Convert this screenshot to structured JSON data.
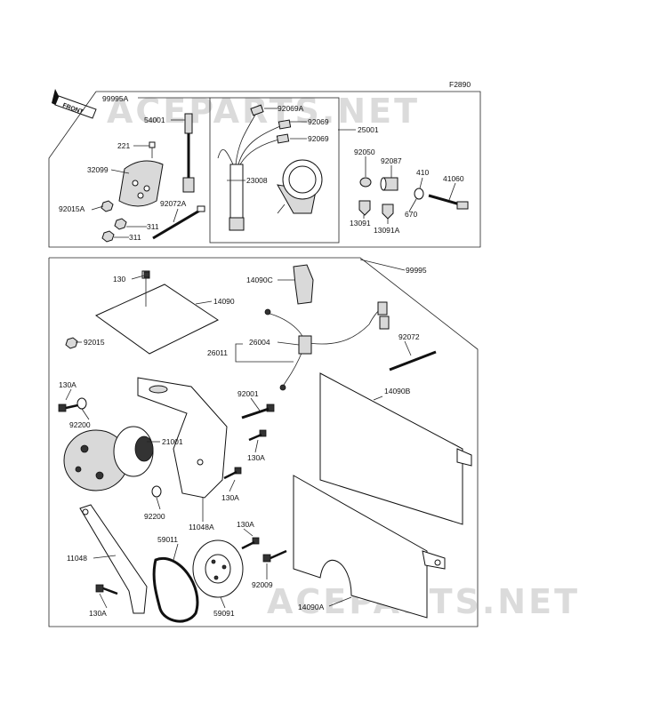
{
  "figure_code": "F2890",
  "front_label": "FRONT",
  "watermarks": [
    "ACEPARTS.NET",
    "ACEPARTS.NET"
  ],
  "parts": {
    "p99995A": "99995A",
    "p54001": "54001",
    "p221": "221",
    "p32099": "32099",
    "p92015A": "92015A",
    "p311a": "311",
    "p311b": "311",
    "p92072A": "92072A",
    "p92069A": "92069A",
    "p92069a": "92069",
    "p92069b": "92069",
    "p25001": "25001",
    "p23008": "23008",
    "p92050": "92050",
    "p92087": "92087",
    "p410": "410",
    "p41060": "41060",
    "p13091": "13091",
    "p13091A": "13091A",
    "p670": "670",
    "p130": "130",
    "p14090": "14090",
    "p14090C": "14090C",
    "p99995": "99995",
    "p92015": "92015",
    "p26004": "26004",
    "p26011": "26011",
    "p92072": "92072",
    "p130Aa": "130A",
    "p92200a": "92200",
    "p92001": "92001",
    "p14090B": "14090B",
    "p21001": "21001",
    "p130Ab": "130A",
    "p130Ac": "130A",
    "p92200b": "92200",
    "p11048A": "11048A",
    "p130Ad": "130A",
    "p59011": "59011",
    "p11048": "11048",
    "p92009": "92009",
    "p130Ae": "130A",
    "p14090A": "14090A",
    "p59091": "59091"
  }
}
